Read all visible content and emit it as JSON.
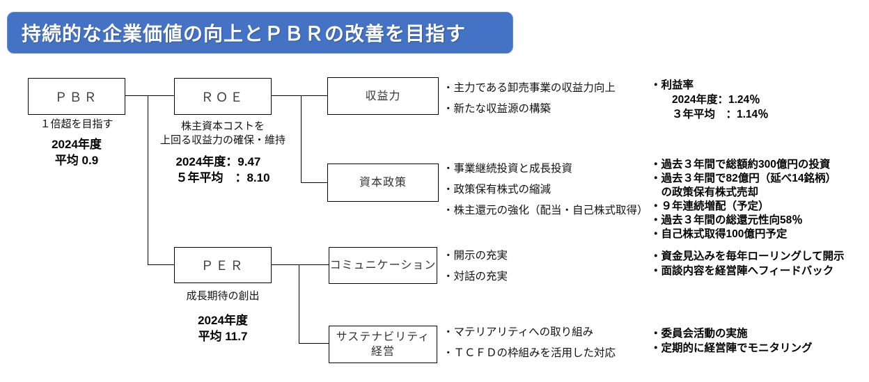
{
  "banner": {
    "title": "持続的な企業価値の向上とＰＢＲの改善を目指す"
  },
  "colors": {
    "banner_bg": "#4472C4",
    "banner_text": "#FFFFFF",
    "line": "#000000",
    "box_border": "#000000"
  },
  "pbr": {
    "label": "ＰＢＲ",
    "subtitle": "１倍超を目指す",
    "metric_line1": "2024年度",
    "metric_line2": "平均 0.9"
  },
  "roe": {
    "label": "ＲＯＥ",
    "subtitle_line1": "株主資本コストを",
    "subtitle_line2": "上回る収益力の確保・維持",
    "metric_line1": "2024年度：9.47",
    "metric_line2": "５年平均　：8.10"
  },
  "per": {
    "label": "ＰＥＲ",
    "subtitle": "成長期待の創出",
    "metric_line1": "2024年度",
    "metric_line2": "平均 11.7"
  },
  "categories": {
    "profitability": {
      "label": "収益力",
      "bullets": [
        "・主力である卸売事業の収益力向上",
        "・新たな収益源の構築"
      ]
    },
    "capital_policy": {
      "label": "資本政策",
      "bullets": [
        "・事業継続投資と成長投資",
        "・政策保有株式の縮減",
        "・株主還元の強化（配当・自己株式取得）"
      ]
    },
    "communication": {
      "label": "コミュニケーション",
      "bullets": [
        "・開示の充実",
        "・対話の充実"
      ]
    },
    "sustainability": {
      "label_line1": "サステナビリティ",
      "label_line2": "経営",
      "bullets": [
        "・マテリアリティへの取り組み",
        "・ＴＣＦＤの枠組みを活用した対応"
      ]
    }
  },
  "results": {
    "profitability": [
      "・利益率",
      "　　2024年度：1.24％",
      "　　３年平均　：1.14％"
    ],
    "capital_policy": [
      "・過去３年間で総額約300億円の投資",
      "・過去３年間で82億円（延べ14銘柄）",
      "　の政策保有株式売却",
      "・９年連続増配（予定）",
      "・過去３年間の総還元性向58％",
      "・自己株式取得100億円予定"
    ],
    "communication": [
      "・資金見込みを毎年ローリングして開示",
      "・面談内容を経営陣へフィードバック"
    ],
    "sustainability": [
      "・委員会活動の実施",
      "・定期的に経営陣でモニタリング"
    ]
  }
}
